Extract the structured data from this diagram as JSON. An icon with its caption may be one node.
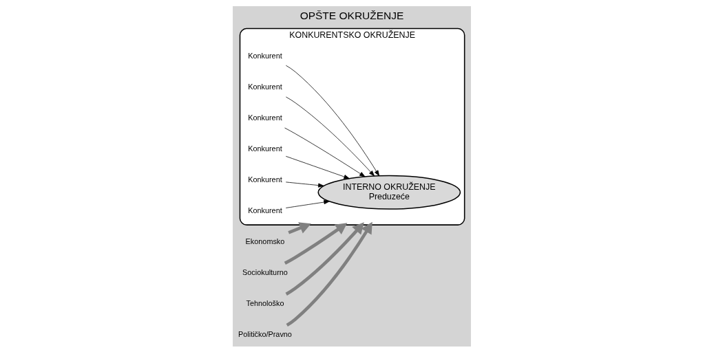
{
  "diagram": {
    "title": "OPŠTE OKRUŽENJE",
    "nodes": [
      {
        "text": [
          "KONKURENTSKO OKRUŽENJE"
        ]
      },
      {
        "text": [
          "INTERNO OKRUŽENJE",
          "Preduzeće"
        ],
        "in": 0
      },
      {
        "text": [
          "Konkurent"
        ],
        "in": 0
      },
      {
        "text": [
          "Konkurent"
        ],
        "in": 0
      },
      {
        "text": [
          "Konkurent"
        ],
        "in": 0
      },
      {
        "text": [
          "Konkurent"
        ],
        "in": 0
      },
      {
        "text": [
          "Konkurent"
        ],
        "in": 0
      },
      {
        "text": [
          "Konkurent"
        ],
        "in": 0
      },
      {
        "text": [
          "Ekonomsko"
        ]
      },
      {
        "text": [
          "Sociokulturno"
        ]
      },
      {
        "text": [
          "Tehnološko"
        ]
      },
      {
        "text": [
          "Političko/Pravno"
        ]
      }
    ],
    "edges": [
      {
        "from": 2,
        "to": 1,
        "arrow": "to"
      },
      {
        "from": 3,
        "to": 1,
        "arrow": "to"
      },
      {
        "from": 4,
        "to": 1,
        "arrow": "to"
      },
      {
        "from": 5,
        "to": 1,
        "arrow": "to"
      },
      {
        "from": 6,
        "to": 1,
        "arrow": "to"
      },
      {
        "from": 7,
        "to": 1,
        "arrow": "to"
      },
      {
        "from": 8,
        "to": 0,
        "arrow": "to",
        "style": "thick",
        "color": "#808080"
      },
      {
        "from": 9,
        "to": 0,
        "arrow": "to",
        "style": "thick",
        "color": "#808080"
      },
      {
        "from": 10,
        "to": 0,
        "arrow": "to",
        "style": "thick",
        "color": "#808080"
      },
      {
        "from": 11,
        "to": 0,
        "arrow": "to",
        "style": "thick",
        "color": "#808080"
      }
    ]
  }
}
